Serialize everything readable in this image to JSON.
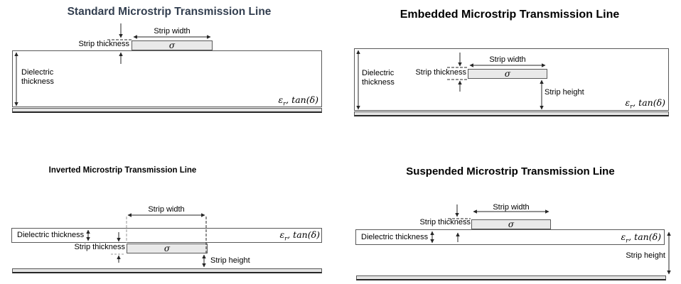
{
  "colors": {
    "standard_title": "#333F50",
    "other_titles": "#000000",
    "outline_gray": "#595959",
    "strip_fill": "#e9e9e9",
    "ground_fill": "#e3e3e3",
    "arrow": "#262626"
  },
  "panels": {
    "standard": {
      "title": "Standard Microstrip Transmission Line",
      "strip_width": "Strip width",
      "strip_thickness": "Strip thickness",
      "dielectric_thickness": "Dielectric thickness",
      "sigma": "σ",
      "eps_symbol": "ε",
      "eps_sub": "r",
      "eps_tail": ", tan(δ)"
    },
    "embedded": {
      "title": "Embedded Microstrip Transmission Line",
      "strip_width": "Strip width",
      "strip_thickness": "Strip thickness",
      "dielectric_thickness": "Dielectric thickness",
      "strip_height": "Strip height",
      "sigma": "σ",
      "eps_symbol": "ε",
      "eps_sub": "r",
      "eps_tail": ", tan(δ)"
    },
    "inverted": {
      "title": "Inverted Microstrip Transmission Line",
      "strip_width": "Strip width",
      "strip_thickness": "Strip thickness",
      "dielectric_thickness": "Dielectric thickness",
      "strip_height": "Strip height",
      "sigma": "σ",
      "eps_symbol": "ε",
      "eps_sub": "r",
      "eps_tail": ", tan(δ)"
    },
    "suspended": {
      "title": "Suspended Microstrip Transmission Line",
      "strip_width": "Strip width",
      "strip_thickness": "Strip thickness",
      "dielectric_thickness": "Dielectric thickness",
      "strip_height": "Strip height",
      "sigma": "σ",
      "eps_symbol": "ε",
      "eps_sub": "r",
      "eps_tail": ", tan(δ)"
    }
  }
}
